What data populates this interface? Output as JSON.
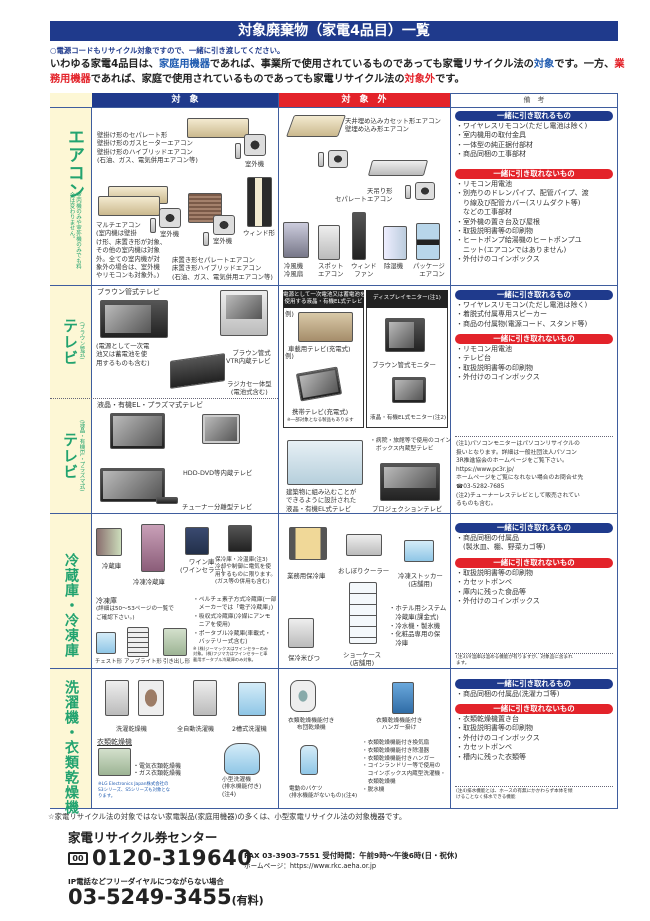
{
  "header": {
    "title": "対象廃棄物（家電4品目）一覧",
    "note": "○電源コードもリサイクル対象ですので、一緒に引き渡してください。",
    "intro": [
      "いわゆる家電4品目は、",
      "家庭用機器",
      "であれば、事業所で使用されているものであっても家電リサイクル法の",
      "対象",
      "です。一方、",
      "業務用機器",
      "であれば、家庭で使用されているものであっても家電リサイクル法の",
      "対象外",
      "です。"
    ]
  },
  "table_header": {
    "target": "対　象",
    "non_target": "対　象　外",
    "remarks": "備　考"
  },
  "colors": {
    "navy": "#1f3a8c",
    "red": "#e3232a",
    "green": "#22a36f",
    "cream": "#fdf7d5"
  },
  "remarks_labels": {
    "can": "一緒に引き取れるもの",
    "cannot": "一緒に引き取れないもの"
  },
  "aircon": {
    "category": "エアコン",
    "side_note": "室内機のみや室外機のみでも料金は変わりません。",
    "target": {
      "wall": [
        "壁掛け形のセパレート形",
        "壁掛け形のガスヒーターエアコン",
        "壁掛け形のハイブリッドエアコン",
        "(石油、ガス、電気併用エアコン等)"
      ],
      "outdoor": "室外機",
      "multi": [
        "マルチエアコン",
        "(室内機は壁掛",
        "け形、床置き形が対象、",
        "その他の室内機は対象",
        "外。全ての室内機が対",
        "象外の場合は、室外機",
        "やリモコンも対象外。)"
      ],
      "outdoor2": "室外機",
      "outdoor3": "室外機",
      "window": "ウィンド形",
      "floor": [
        "床置き形セパレートエアコン",
        "床置き形ハイブリッドエアコン",
        "(石油、ガス、電気併用エアコン等)"
      ]
    },
    "non_target": {
      "cassette": [
        "天井埋め込みカセット形エアコン",
        "壁埋め込み形エアコン"
      ],
      "ceiling": [
        "天吊り形",
        "セパレートエアコン"
      ],
      "items": [
        [
          "冷風機",
          "冷風扇"
        ],
        [
          "スポット",
          "エアコン"
        ],
        [
          "ウィンド",
          "ファン"
        ],
        [
          "除湿機",
          ""
        ],
        [
          "パッケージ",
          "エアコン"
        ]
      ]
    },
    "can": [
      "・ワイヤレスリモコン(ただし電池は除く)",
      "・室内機用の取付金具",
      "・一体型の純正据付部材",
      "・商品同梱の工事部材"
    ],
    "cannot": [
      "・リモコン用電池",
      "・別売りのドレンパイプ、配管パイプ、渡",
      "　り線及び配管カバー(スリムダクト等)",
      "　などの工事部材",
      "・室外機の置き台及び屋根",
      "・取扱説明書等の印刷物",
      "・ヒートポンプ給湯機のヒートポンプユ",
      "　ニット(エアコンではありません)",
      "・外付けのコインボックス"
    ]
  },
  "tv_crt": {
    "category": "テレビ",
    "sub": "(ブラウン管式)",
    "title": "ブラウン管式テレビ",
    "caption": [
      "(電源として一次電",
      "池又は蓄電池を使",
      "用するものも含む)"
    ],
    "vtr": [
      "ブラウン管式",
      "VTR内蔵テレビ"
    ],
    "radio": [
      "ラジカセ一体型",
      "(電池式含む)"
    ]
  },
  "tv_lcd": {
    "category": "テレビ",
    "sub": "(液晶・有機EL・プラズマ式)",
    "title": "液晶・有機EL・プラズマ式テレビ",
    "hdd": "HDD-DVD等内蔵テレビ",
    "tuner": "チューナー分離型テレビ"
  },
  "tv_non_target": {
    "box1_header": [
      "電源として一次電池又は蓄電池を",
      "使用する液晶・有機EL式テレビ"
    ],
    "example": "例)",
    "car": "車載用テレビ(充電式)",
    "portable": "携帯テレビ(充電式)",
    "portable_note": "※一部対象となる製品もあります",
    "box2_header": "ディスプレイモニター(注1)",
    "crt_monitor": "ブラウン管式モニター",
    "lcd_monitor": "液晶・有機EL式モニター(注2)",
    "built_in": [
      "建築物に組み込むことが",
      "できるように設計された",
      "液晶・有機EL式テレビ"
    ],
    "coin": [
      "・病院・旅館等で使用のコイン",
      "　ボックス内蔵型テレビ"
    ],
    "projection": "プロジェクションテレビ"
  },
  "tv_remarks": {
    "can": [
      "・ワイヤレスリモコン(ただし電池は除く)",
      "・着脱式付属専用スピーカー",
      "・商品の付属物(電源コード、スタンド等)"
    ],
    "cannot": [
      "・リモコン用電池",
      "・テレビ台",
      "・取扱説明書等の印刷物",
      "・外付けのコインボックス"
    ],
    "notes": [
      "(注1)パソコンモニターはパソコンリサイクルの",
      "扱いとなります。詳細は一般社団法人パソコン",
      "3R推進協会のホームページをご覧下さい。",
      "https://www.pc3r.jp/",
      "ホームページをご覧になれない場合のお問合せ先",
      "☎03-5282-7685",
      "(注2)チューナーレステレビとして販売されてい",
      "るものも含む。"
    ]
  },
  "fridge": {
    "category": "冷蔵庫・冷凍庫",
    "target": {
      "fridge": "冷蔵庫",
      "fridge_freezer": "冷凍冷蔵庫",
      "wine": [
        "ワイン庫",
        "(ワインセラー)"
      ],
      "cool": [
        "保冷庫・冷温庫(注3)",
        "冷却や制御に電気を使",
        "用するものに限ります。",
        "(ガス等の併用も含む)"
      ],
      "freezer": [
        "冷凍庫",
        "(詳細は50～53ページの一覧で",
        "ご確認下さい。)"
      ],
      "chest": "チェスト形",
      "upright": "アップライト形",
      "drawer": "引き出し形",
      "list": [
        "・ペルチェ素子方式冷蔵庫(一部",
        "　メーカーでは「電子冷蔵庫」)",
        "・吸収式冷蔵庫(冷媒にアンモ",
        "　ニアを使用)",
        "・ポータブル冷蔵庫(車載式・",
        "　バッテリー式含む)"
      ],
      "footnote": [
        "※ (株)ジーマックスはワインセラーのみ",
        "対象。(株)フジマカはワインセラーと車",
        "載用ポータブル冷蔵庫のみ対象。"
      ]
    },
    "non_target": {
      "business": "業務用保冷庫",
      "towel": "おしぼりクーラー",
      "stocker": [
        "冷凍ストッカー",
        "(店舗用)"
      ],
      "rice": "保冷米びつ",
      "showcase": [
        "ショーケース",
        "(店舗用)"
      ],
      "list": [
        "・ホテル用システム",
        "　冷蔵庫(課金式)",
        "・冷水機・製氷機",
        "・化粧品専用の保",
        "　冷庫"
      ]
    },
    "can": [
      "・商品同梱の付属品",
      "　(製氷皿、棚、野菜カゴ等)"
    ],
    "cannot": [
      "・取扱説明書等の印刷物",
      "・カセットボンベ",
      "・庫内に残った食品等",
      "・外付けのコインボックス"
    ],
    "note": [
      "(注3)冷温庫は温める機能が有りますが、対象品に含まれ",
      "ます。"
    ]
  },
  "washer": {
    "category": "洗濯機・衣類乾燥機",
    "target": {
      "washer_dryer": "洗濯乾燥機",
      "auto": "全自動洗濯機",
      "twin": "2槽式洗濯機",
      "dryer_title": "衣類乾燥機",
      "dryer_list": [
        "・電気衣類乾燥機",
        "・ガス衣類乾燥機"
      ],
      "lg_note": [
        "※LG Electronics Japan株式会社の",
        "S3シリーズ、S5シリーズも対象とな",
        "ります。"
      ],
      "small": [
        "小型洗濯機",
        "(排水機能付き)",
        "(注4)"
      ]
    },
    "non_target": {
      "futon": [
        "衣類乾燥機能付き",
        "布団乾燥機"
      ],
      "hanger": [
        "衣類乾燥機能付き",
        "ハンガー掛け"
      ],
      "list": [
        "・衣類乾燥機能付き換気扇",
        "・衣類乾燥機能付き除湿器",
        "・衣類乾燥機能付きハンガー",
        "・コインランドリー等で使用の",
        "　コインボックス内蔵型洗濯機・",
        "　衣類乾燥機",
        "・脱水機"
      ],
      "bucket": [
        "電動のバケツ",
        "(排水機能がないもの)(注4)"
      ]
    },
    "can": [
      "・商品同梱の付属品(洗濯カゴ等)"
    ],
    "cannot": [
      "・衣類乾燥機置き台",
      "・取扱説明書等の印刷物",
      "・外付けのコインボックス",
      "・カセットボンベ",
      "・槽内に残った衣類等"
    ],
    "note": [
      "(注4)排水機能とは、ホースの有無にかかわらず本体を傾",
      "けることなく排水できる機能"
    ]
  },
  "footer": {
    "note": "☆家電リサイクル法の対象ではない家電製品(家庭用機器)の多くは、小型家電リサイクル法の対象機器です。",
    "center": "家電リサイクル券センター",
    "free_icon": "00",
    "free_number": "0120-319640",
    "fax": "FAX 03-3903-7551 受付時間：午前9時～午後6時(日・祝休)",
    "homepage": "ホームページ：https://www.rkc.aeha.or.jp",
    "ip_note": "IP電話などフリーダイヤルにつながらない場合",
    "ip_number": "03-5249-3455",
    "ip_paid": "(有料)"
  }
}
